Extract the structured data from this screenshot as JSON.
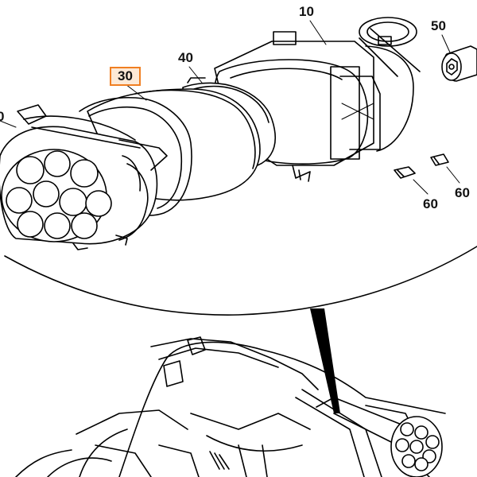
{
  "diagram": {
    "callouts": {
      "part_10": "10",
      "part_30": "30",
      "part_40": "40",
      "part_50": "50",
      "part_60_a": "60",
      "part_60_b": "60",
      "part_0_partial": "0"
    },
    "highlighted_callout": "30",
    "highlight_colors": {
      "border": "#f07f22",
      "fill": "#fde9d6"
    }
  }
}
